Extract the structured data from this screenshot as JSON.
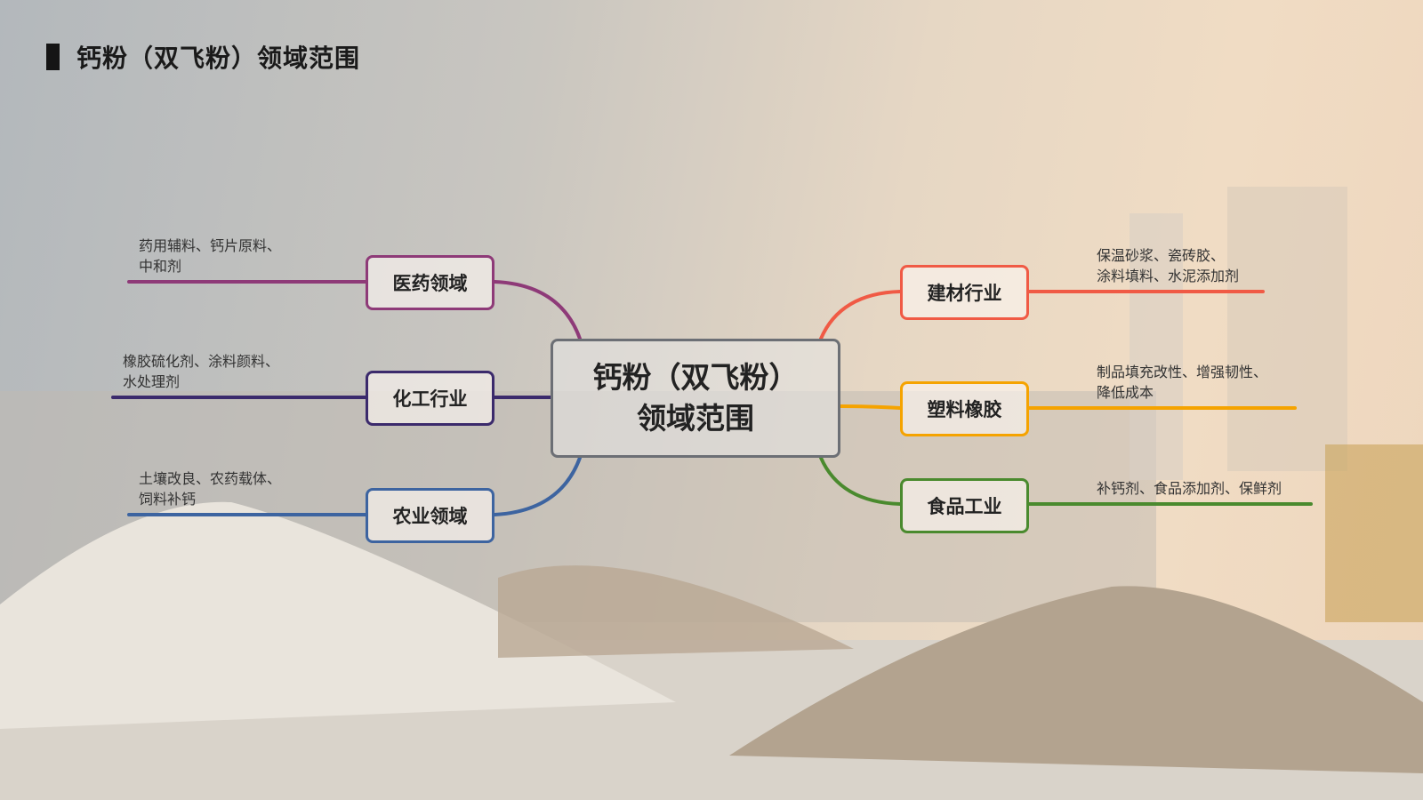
{
  "title": "钙粉（双飞粉）领域范围",
  "center": {
    "line1": "钙粉（双飞粉）",
    "line2": "领域范围"
  },
  "branches": [
    {
      "label": "医药领域",
      "desc": [
        "药用辅料、钙片原料、",
        "中和剂"
      ],
      "color": "#8e3a78"
    },
    {
      "label": "化工行业",
      "desc": [
        "橡胶硫化剂、涂料颜料、",
        "水处理剂"
      ],
      "color": "#3b2a6c"
    },
    {
      "label": "农业领域",
      "desc": [
        "土壤改良、农药载体、",
        "饲料补钙"
      ],
      "color": "#3d64a0"
    },
    {
      "label": "建材行业",
      "desc": [
        "保温砂浆、瓷砖胶、",
        "涂料填料、水泥添加剂"
      ],
      "color": "#f05a45"
    },
    {
      "label": "塑料橡胶",
      "desc": [
        "制品填充改性、增强韧性、",
        "降低成本"
      ],
      "color": "#f5a300"
    },
    {
      "label": "食品工业",
      "desc": [
        "补钙剂、食品添加剂、保鲜剂"
      ],
      "color": "#4a8a2e"
    }
  ]
}
